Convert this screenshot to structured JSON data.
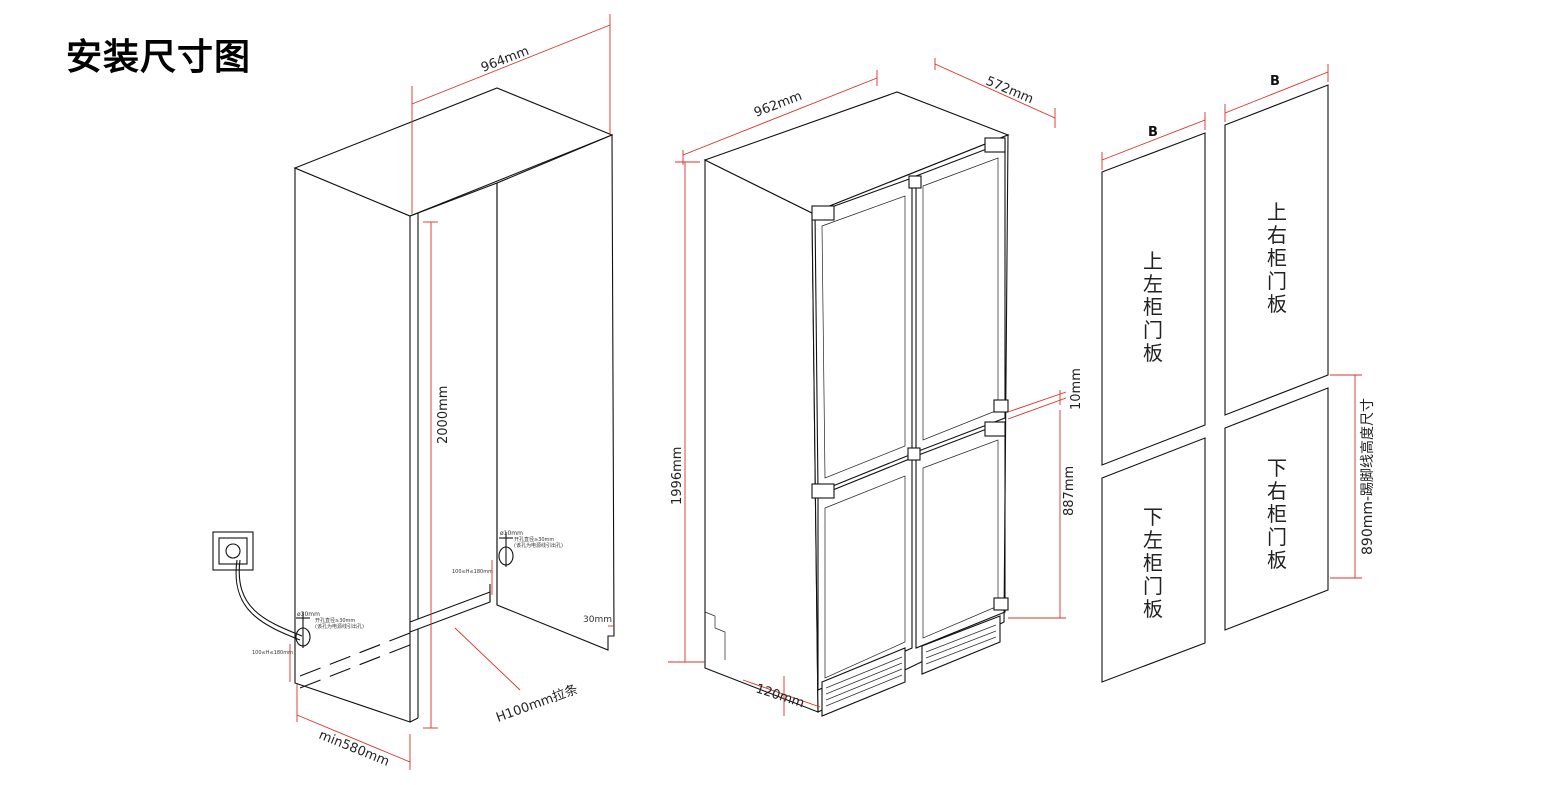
{
  "title": "安装尺寸图",
  "cabinet": {
    "width_label": "964mm",
    "height_label": "2000mm",
    "depth_label": "min580mm",
    "strip_label": "H100mm拉条",
    "gap_label": "30mm",
    "hole_left_label": "ø30mm",
    "hole_right_label": "ø10mm",
    "hole_note_left_1": "开孔直径≥30mm",
    "hole_note_left_2": "(该孔为电源线引出孔)",
    "hole_note_right_1": "开孔直径≥30mm",
    "hole_note_right_2": "(该孔为电源线引出孔)",
    "hole_height_left": "100≤H≤180mm",
    "hole_height_right": "100≤H≤180mm"
  },
  "fridge": {
    "width_label": "962mm",
    "depth_label": "572mm",
    "height_label": "1996mm",
    "gap_label": "10mm",
    "lower_label": "887mm",
    "base_label": "120mm"
  },
  "panels": {
    "b_left": "B",
    "b_right": "B",
    "upper_left": [
      "上",
      "左",
      "柜",
      "门",
      "板"
    ],
    "upper_right": [
      "上",
      "右",
      "柜",
      "门",
      "板"
    ],
    "lower_left": [
      "下",
      "左",
      "柜",
      "门",
      "板"
    ],
    "lower_right": [
      "下",
      "右",
      "柜",
      "门",
      "板"
    ],
    "lower_height_label": "890mm-踢脚线高度尺寸"
  }
}
